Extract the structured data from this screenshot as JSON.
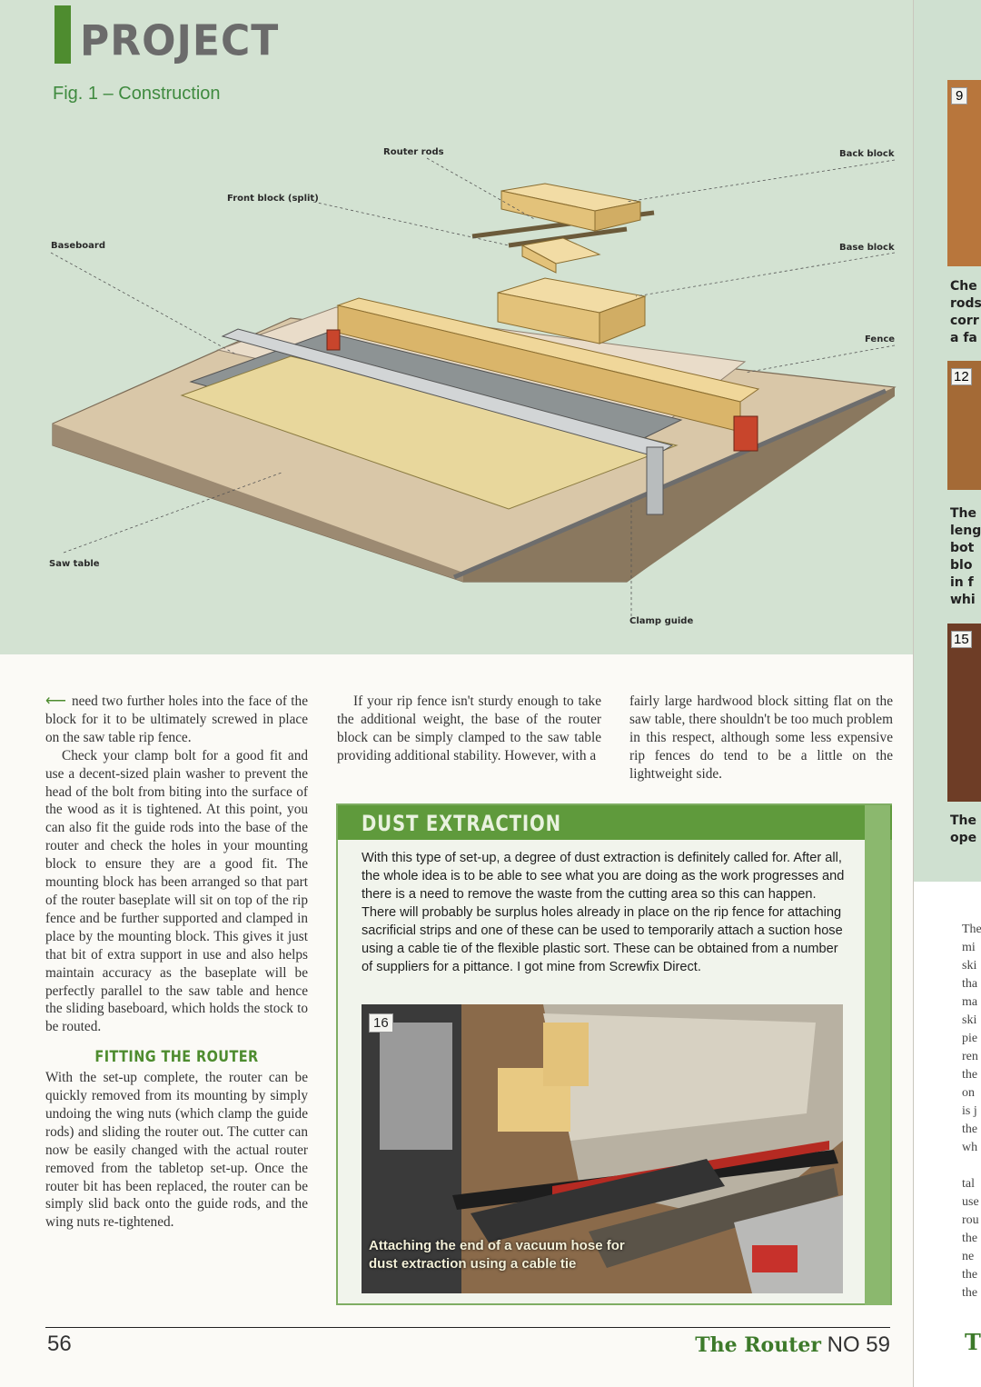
{
  "header": {
    "section": "PROJECT",
    "figure_caption": "Fig. 1 – Construction"
  },
  "diagram_labels": {
    "router_rods": "Router rods",
    "back_block": "Back block",
    "front_block": "Front block (split)",
    "baseboard": "Baseboard",
    "base_block": "Base block",
    "fence": "Fence",
    "saw_table": "Saw table",
    "clamp_guide": "Clamp guide"
  },
  "col1": {
    "p1": "need two further holes into the face of the block for it to be ultimately screwed in place on the saw table rip fence.",
    "p2": "Check your clamp bolt for a good fit and use a decent-sized plain washer to prevent the head of the bolt from biting into the surface of the wood as it is tightened. At this point, you can also fit the guide rods into the base of the router and check the holes in your mounting block to ensure they are a good fit. The mounting block has been arranged so that part of the router baseplate will sit on top of the rip fence and be further supported and clamped in place by the mounting block. This gives it just that bit of extra support in use and also helps maintain accuracy as the baseplate will be perfectly parallel to the saw table and hence the sliding baseboard, which holds the stock to be routed.",
    "subhead": "FITTING THE ROUTER",
    "p3": "With the set-up complete, the router can be quickly removed from its mounting by simply undoing the wing nuts (which clamp the guide rods) and sliding the router out. The cutter can now be easily changed with the actual router removed from the tabletop set-up. Once the router bit has been replaced, the router can be simply slid back onto the guide rods, and the wing nuts re-tightened."
  },
  "col2": {
    "p1": "If your rip fence isn't sturdy enough to take the additional weight, the base of the router block can be simply clamped to the saw table providing additional stability. However, with a"
  },
  "col3": {
    "p1": "fairly large hardwood block sitting flat on the saw table, there shouldn't be too much problem in this respect, although some less expensive rip fences do tend to be a little on the lightweight side."
  },
  "dust_box": {
    "title": "DUST EXTRACTION",
    "body": "With this type of set-up, a degree of dust extraction is definitely called for. After all, the whole idea is to be able to see what you are doing as the work progresses and there is a need to remove the waste from the cutting area so this can happen. There will probably be surplus holes already in place on the rip fence for attaching sacrificial strips and one of these can be used to temporarily attach a suction hose using a cable tie of the flexible plastic sort. These can be obtained from a number of suppliers for a pittance. I got mine from Screwfix Direct.",
    "photo_number": "16",
    "photo_caption_1": "Attaching the end of a vacuum hose for",
    "photo_caption_2": "dust extraction using a cable tie"
  },
  "footer": {
    "page_number": "56",
    "magazine": "The Router",
    "issue": "NO 59"
  },
  "spine": {
    "num1": "9",
    "num2": "12",
    "num3": "15",
    "caption_a": [
      "Che",
      "rods",
      "corr",
      "a fa"
    ],
    "caption_b": [
      "The",
      "leng",
      "bot",
      "blo",
      "in f",
      "whi"
    ],
    "caption_c": [
      "The",
      "ope"
    ],
    "body_frag": [
      "The",
      "mi",
      "ski",
      "tha",
      "ma",
      "ski",
      "pie",
      "ren",
      "the",
      "on",
      "is j",
      "the",
      "wh"
    ],
    "body_frag2": [
      "tal",
      "use",
      "rou",
      "the",
      "ne",
      "the",
      "the"
    ],
    "footer_frag": "T"
  },
  "colors": {
    "accent_green": "#4e8c2f",
    "band_green": "#d3e2d2",
    "box_band": "#5f9a3c"
  }
}
